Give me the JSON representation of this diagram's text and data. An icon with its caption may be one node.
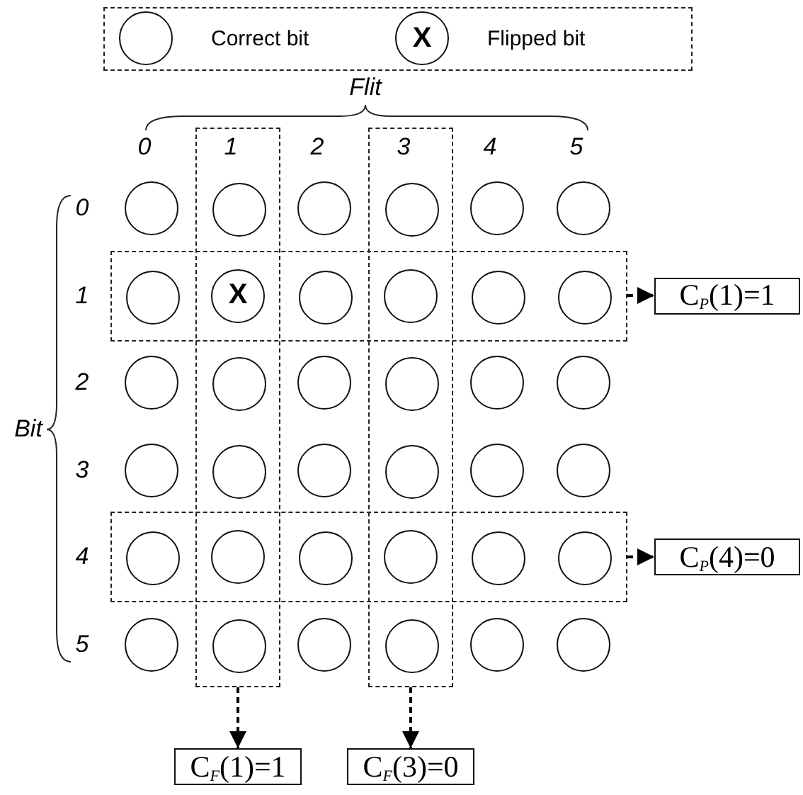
{
  "diagram": {
    "nodes": [
      {
        "text": [],
        "shape": "circle"
      },
      {
        "text": [
          "X"
        ]
      },
      {
        "text": [],
        "shape": "box"
      },
      {
        "text": [],
        "shape": "box"
      },
      {
        "text": [],
        "shape": "box"
      },
      {
        "text": [],
        "shape": "box"
      },
      {
        "text": [],
        "shape": "circle"
      },
      {
        "text": [],
        "shape": "circle",
        "in": 2
      },
      {
        "text": [],
        "shape": "circle"
      },
      {
        "text": [],
        "shape": "circle",
        "in": 3
      },
      {
        "text": [],
        "shape": "circle"
      },
      {
        "text": [],
        "shape": "circle"
      },
      {
        "text": [],
        "shape": "circle",
        "in": 4
      },
      {
        "text": [
          "X"
        ]
      },
      {
        "text": [],
        "shape": "circle",
        "in": 4
      },
      {
        "text": [],
        "shape": "circle"
      },
      {
        "text": [],
        "shape": "circle",
        "in": 4
      },
      {
        "text": [],
        "shape": "circle",
        "in": 4
      },
      {
        "text": [],
        "shape": "circle"
      },
      {
        "text": [],
        "shape": "circle",
        "in": 2
      },
      {
        "text": [],
        "shape": "circle"
      },
      {
        "text": [],
        "shape": "circle",
        "in": 3
      },
      {
        "text": [],
        "shape": "circle"
      },
      {
        "text": [],
        "shape": "circle"
      },
      {
        "text": [],
        "shape": "circle"
      },
      {
        "text": [],
        "shape": "circle",
        "in": 2
      },
      {
        "text": [],
        "shape": "circle"
      },
      {
        "text": [],
        "shape": "circle",
        "in": 3
      },
      {
        "text": [],
        "shape": "circle"
      },
      {
        "text": [],
        "shape": "circle"
      },
      {
        "text": [],
        "shape": "circle",
        "in": 5
      },
      {
        "text": [],
        "shape": "circle"
      },
      {
        "text": [],
        "shape": "circle",
        "in": 5
      },
      {
        "text": [],
        "shape": "circle"
      },
      {
        "text": [],
        "shape": "circle",
        "in": 5
      },
      {
        "text": [],
        "shape": "circle",
        "in": 5
      },
      {
        "text": [],
        "shape": "circle"
      },
      {
        "text": [],
        "shape": "circle",
        "in": 2
      },
      {
        "text": [],
        "shape": "circle"
      },
      {
        "text": [],
        "shape": "circle",
        "in": 3
      },
      {
        "text": [],
        "shape": "circle"
      },
      {
        "text": [],
        "shape": "circle"
      },
      {
        "text": [
          "C$_{P}$(1)=1"
        ]
      },
      {
        "text": [
          "C$_{P}$(4)=0"
        ]
      },
      {
        "text": [
          "C$_{F}$(1)=1"
        ]
      },
      {
        "text": [
          "C$_{F}$(3)=0"
        ]
      }
    ],
    "edges": [
      {
        "from": 4,
        "to": 42,
        "arrow": "to",
        "style": "dashed"
      },
      {
        "from": 5,
        "to": 43,
        "arrow": "to",
        "style": "dashed"
      },
      {
        "from": 2,
        "to": 44,
        "arrow": "to",
        "style": "dashed"
      },
      {
        "from": 3,
        "to": 45,
        "arrow": "to",
        "style": "dashed"
      }
    ],
    "labels": [
      "Flit",
      "0",
      "1",
      "2",
      "3",
      "4",
      "5",
      "Bit",
      "0",
      "1",
      "2",
      "3",
      "4",
      "5"
    ],
    "legend": [
      {
        "text": "Correct bit"
      },
      {
        "text": "Flipped bit"
      }
    ]
  }
}
